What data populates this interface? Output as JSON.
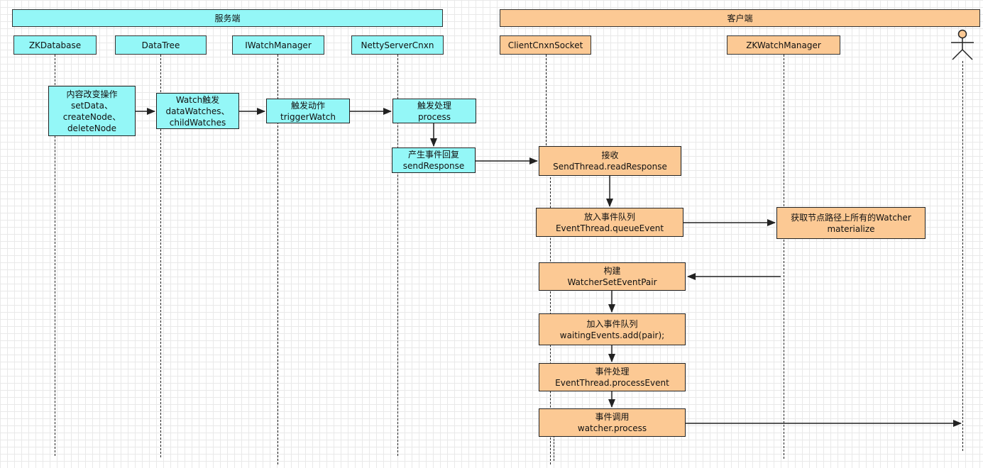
{
  "server": {
    "title": "服务端"
  },
  "client": {
    "title": "客户端"
  },
  "lifelines": {
    "zkdatabase": "ZKDatabase",
    "datatree": "DataTree",
    "iwatchmanager": "IWatchManager",
    "nettyservercnxn": "NettyServerCnxn",
    "clientcnxnsocket": "ClientCnxnSocket",
    "zkwatchmanager": "ZKWatchManager"
  },
  "steps": {
    "content_change": [
      "内容改变操作",
      "setData、",
      "createNode、",
      "deleteNode"
    ],
    "watch_trigger": [
      "Watch触发",
      "dataWatches、",
      "childWatches"
    ],
    "trigger_action": [
      "触发动作",
      "triggerWatch"
    ],
    "trigger_process": [
      "触发处理",
      "process"
    ],
    "send_response": [
      "产生事件回复",
      "sendResponse"
    ],
    "receive": [
      "接收",
      "SendThread.readResponse"
    ],
    "queue_event": [
      "放入事件队列",
      "EventThread.queueEvent"
    ],
    "materialize": [
      "获取节点路径上所有的Watcher",
      "materialize"
    ],
    "build_pair": [
      "构建",
      "WatcherSetEventPair"
    ],
    "add_waiting": [
      "加入事件队列",
      "waitingEvents.add(pair);"
    ],
    "process_event": [
      "事件处理",
      "EventThread.processEvent"
    ],
    "invoke_watcher": [
      "事件调用",
      "watcher.process"
    ]
  },
  "colors": {
    "server_fill": "#94f7f7",
    "client_fill": "#fcc994",
    "actor_fill": "#fcc994",
    "line": "#222222"
  }
}
